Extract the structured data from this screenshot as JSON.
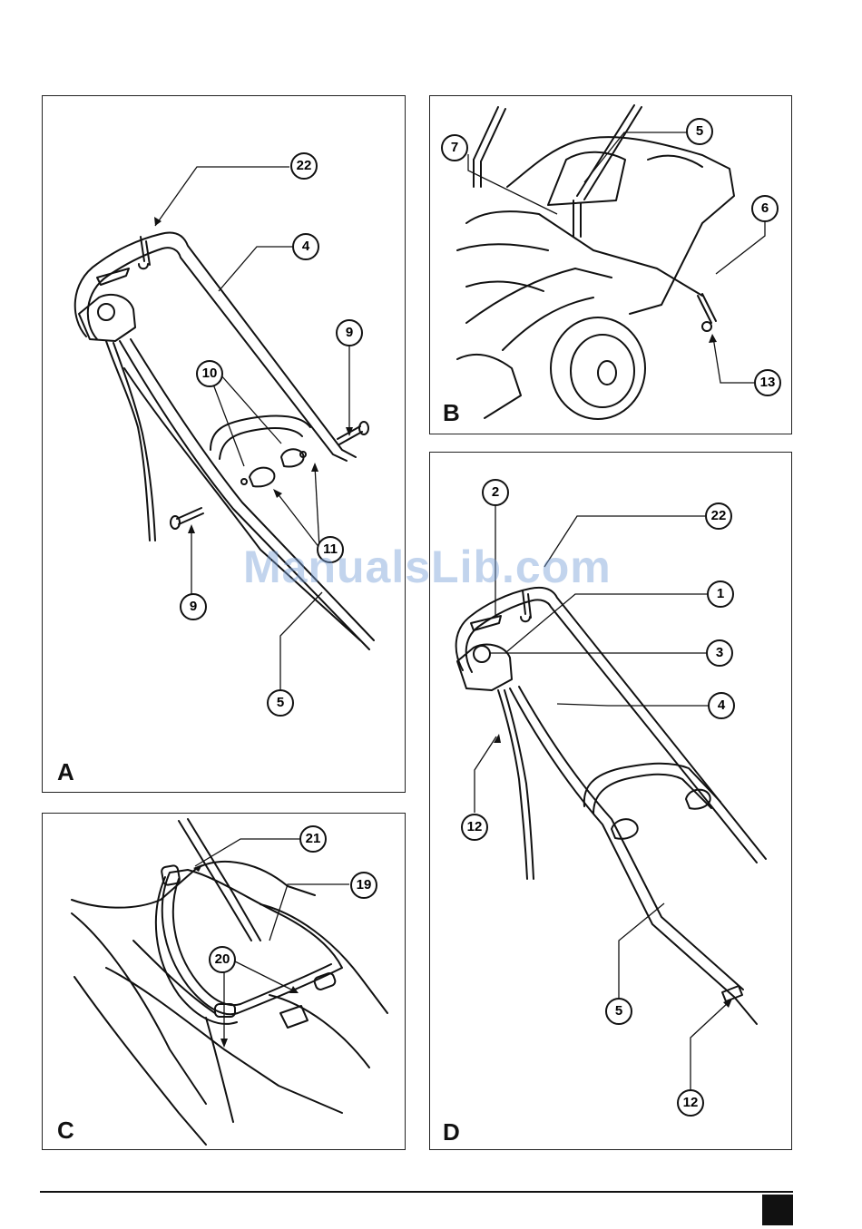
{
  "panels": {
    "A": {
      "letter": "A",
      "callouts": [
        "22",
        "4",
        "9",
        "10",
        "11",
        "9",
        "5"
      ]
    },
    "B": {
      "letter": "B",
      "callouts": [
        "7",
        "5",
        "6",
        "13"
      ]
    },
    "C": {
      "letter": "C",
      "callouts": [
        "21",
        "19",
        "20"
      ]
    },
    "D": {
      "letter": "D",
      "callouts": [
        "2",
        "22",
        "1",
        "3",
        "4",
        "12",
        "5",
        "12"
      ]
    }
  },
  "watermark": "ManualsLib.com"
}
